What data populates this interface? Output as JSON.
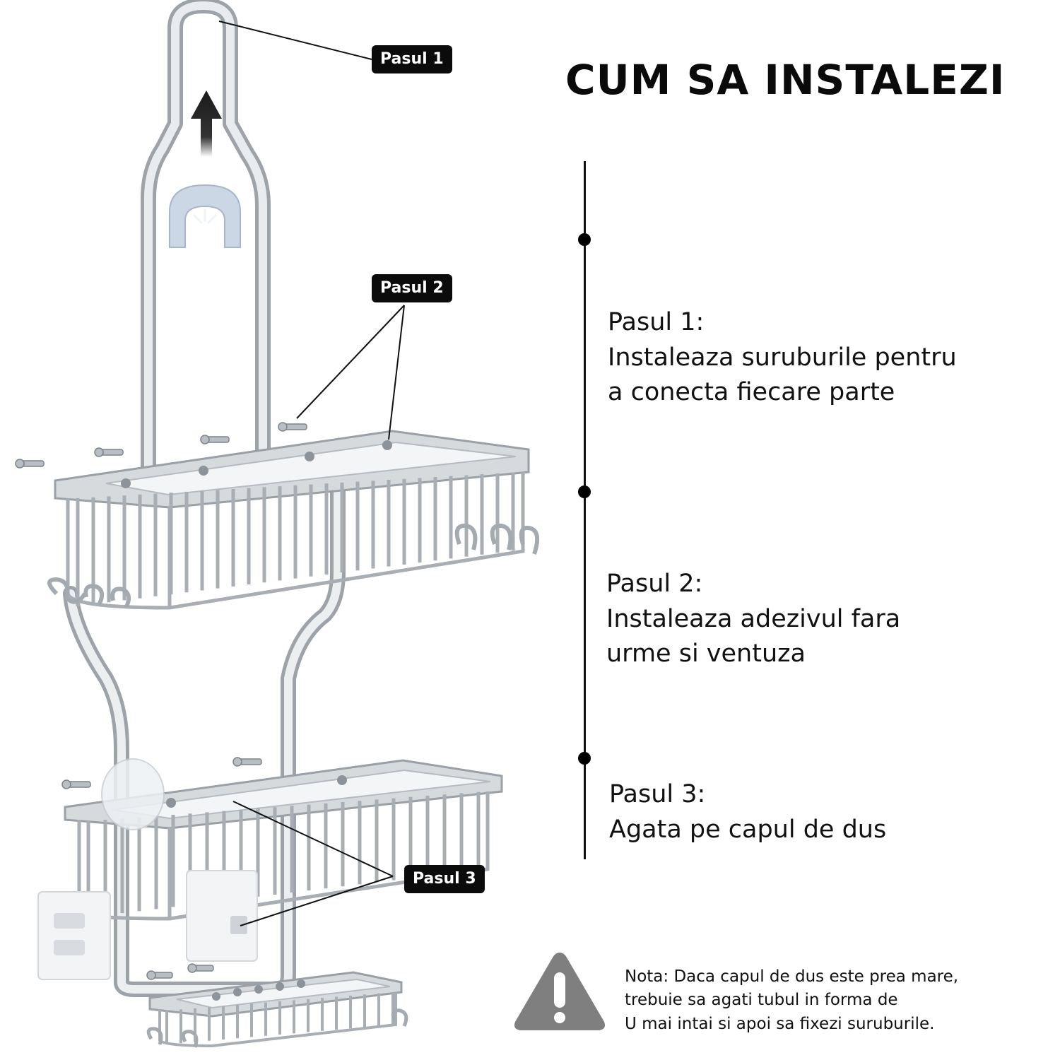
{
  "title": "CUM SA INSTALEZI",
  "callouts": {
    "step1": "Pasul 1",
    "step2": "Pasul 2",
    "step3": "Pasul 3"
  },
  "steps": [
    {
      "heading": "Pasul 1:",
      "lines": [
        "Instaleaza suruburile pentru",
        "a conecta fiecare parte"
      ]
    },
    {
      "heading": "Pasul 2:",
      "lines": [
        "Instaleaza adezivul fara",
        "urme si ventuza"
      ]
    },
    {
      "heading": "Pasul 3:",
      "lines": [
        "Agata pe capul de dus"
      ]
    }
  ],
  "note": {
    "lines": [
      "Nota: Daca capul de dus este prea mare,",
      "trebuie sa agati tubul in forma de",
      "U mai intai si apoi sa fixezi suruburile."
    ]
  },
  "colors": {
    "metal": "#c9ccd0",
    "metal_dark": "#9aa0a6",
    "warning": "#7f7f7f",
    "callout_bg": "#0b0b0b"
  },
  "icons": [
    "warning-icon",
    "up-arrow-icon"
  ]
}
